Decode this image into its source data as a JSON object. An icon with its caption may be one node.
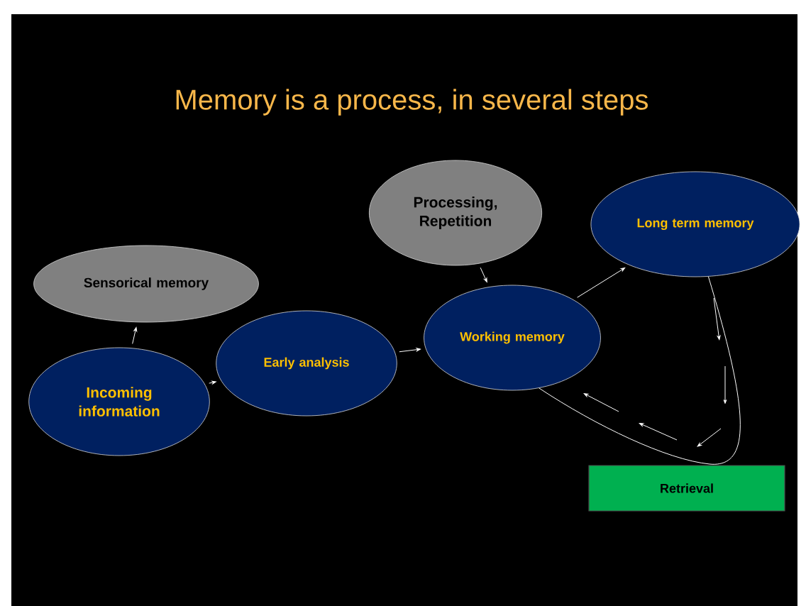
{
  "diagram": {
    "title": "Memory is a process, in several steps",
    "nodes": [
      {
        "text": [
          "Sensorical memory"
        ]
      },
      {
        "text": [
          "Processing, Repetition"
        ]
      },
      {
        "text": [
          "Long term memory"
        ]
      },
      {
        "text": [
          "Incoming information"
        ]
      },
      {
        "text": [
          "Early analysis"
        ]
      },
      {
        "text": [
          "Working memory"
        ]
      },
      {
        "text": [
          "Retrieval"
        ]
      }
    ],
    "edges": [
      {
        "from": 3,
        "to": 0,
        "arrow": "to"
      },
      {
        "from": 3,
        "to": 4,
        "arrow": "to"
      },
      {
        "from": 4,
        "to": 5,
        "arrow": "to"
      },
      {
        "from": 1,
        "to": 5,
        "arrow": "to"
      },
      {
        "from": 5,
        "to": 2,
        "arrow": "to"
      },
      {
        "from": 2,
        "to": 5,
        "arrow": "none"
      }
    ]
  }
}
